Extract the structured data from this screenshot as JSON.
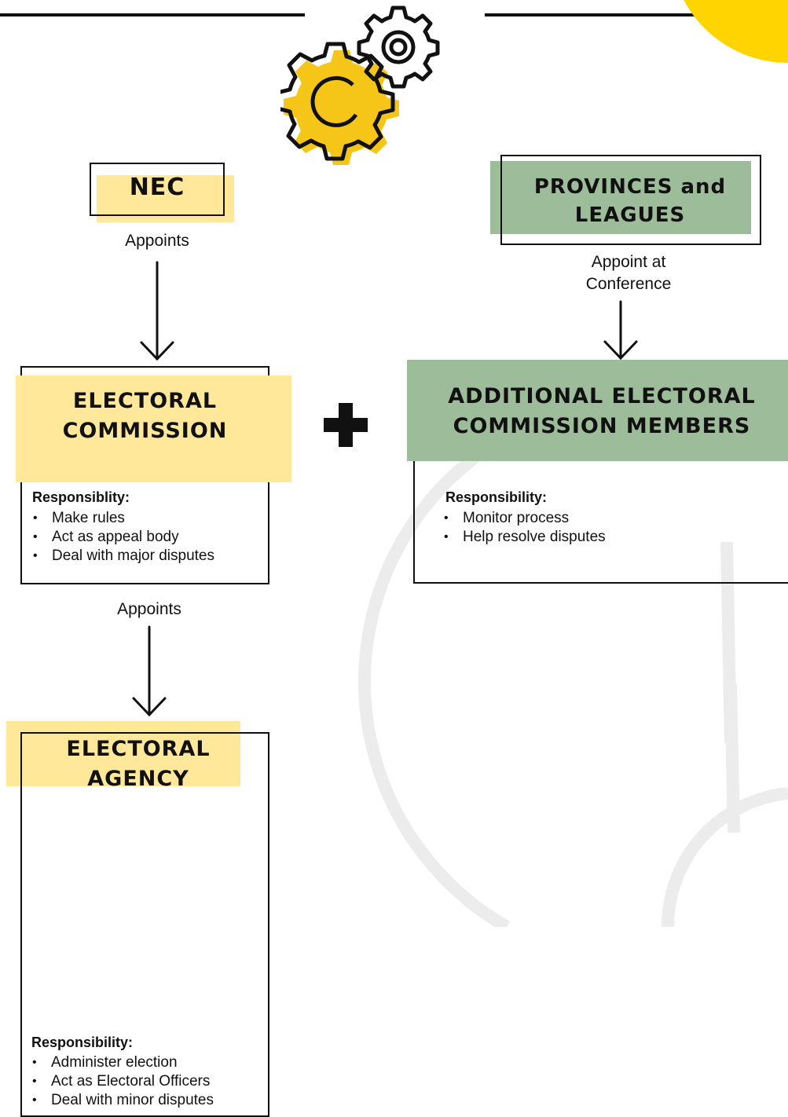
{
  "colors": {
    "yellow": "#FFE89A",
    "green": "#9DBD9A",
    "accent": "#F5C518",
    "line": "#111111"
  },
  "icons": {
    "header": "gears-icon",
    "plus": "plus-icon"
  },
  "nec": {
    "title": "NEC",
    "action": "Appoints"
  },
  "provinces": {
    "title_line1": "PROVINCES and",
    "title_line2": "LEAGUES",
    "action_line1": "Appoint at",
    "action_line2": "Conference"
  },
  "commission": {
    "title_line1": "ELECTORAL",
    "title_line2": "COMMISSION",
    "resp_heading": "Responsiblity:",
    "items": [
      "Make rules",
      "Act as appeal body",
      "Deal with major disputes"
    ],
    "action": "Appoints"
  },
  "additional": {
    "title_line1": "ADDITIONAL ELECTORAL",
    "title_line2": "COMMISSION MEMBERS",
    "resp_heading": "Responsibility:",
    "items": [
      "Monitor process",
      "Help resolve disputes"
    ]
  },
  "agency": {
    "title_line1": "ELECTORAL",
    "title_line2": "AGENCY",
    "resp_heading": "Responsibility:",
    "items": [
      "Administer election",
      "Act as Electoral Officers",
      "Deal with minor disputes"
    ]
  }
}
